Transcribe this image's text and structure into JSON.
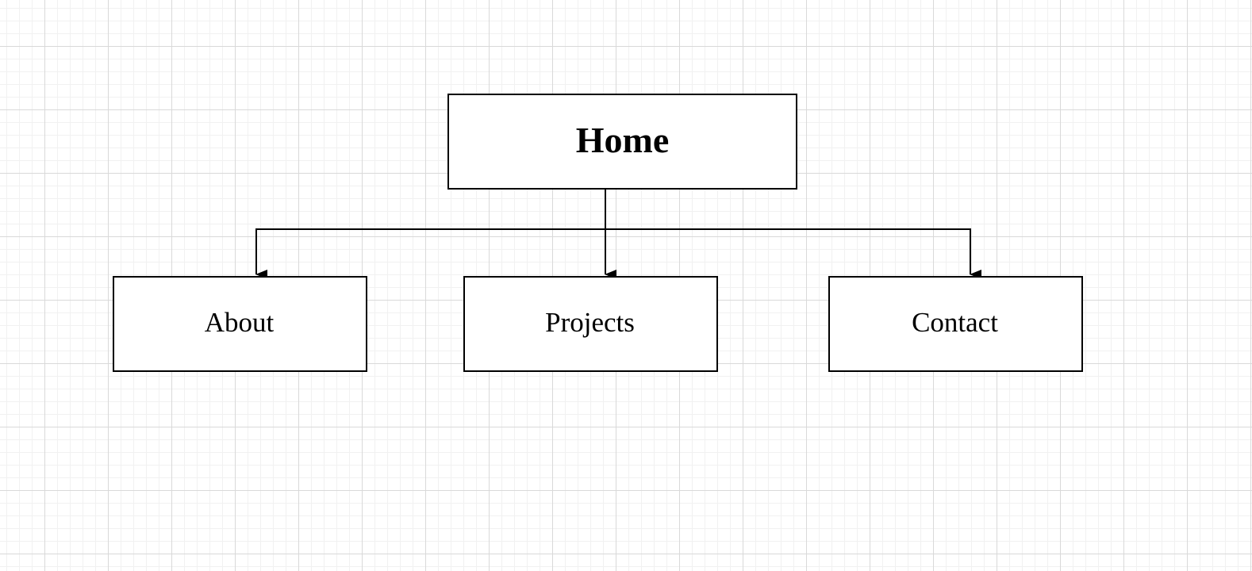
{
  "diagram": {
    "type": "hierarchy",
    "root": {
      "id": "home",
      "label": "Home"
    },
    "children": [
      {
        "id": "about",
        "label": "About"
      },
      {
        "id": "projects",
        "label": "Projects"
      },
      {
        "id": "contact",
        "label": "Contact"
      }
    ],
    "edges": [
      {
        "from": "home",
        "to": "about"
      },
      {
        "from": "home",
        "to": "projects"
      },
      {
        "from": "home",
        "to": "contact"
      }
    ]
  }
}
